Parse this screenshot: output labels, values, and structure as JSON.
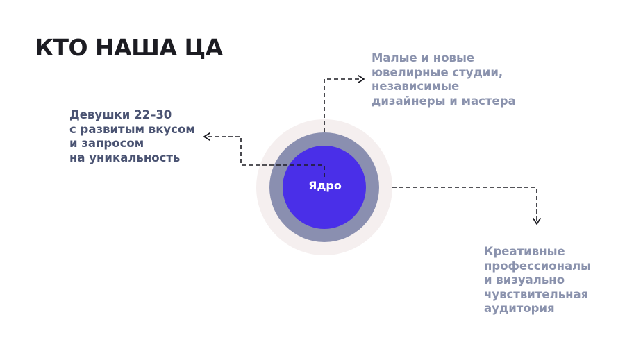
{
  "slide": {
    "title": "КТО НАША ЦА"
  },
  "diagram": {
    "core_label": "Ядро",
    "segments": [
      {
        "id": "left",
        "text": "Девушки 22–30\nс развитым вкусом\nи запросом\nна уникальность"
      },
      {
        "id": "top",
        "text": "Малые и новые\nювелирные студии,\nнезависимые\nдизайнеры и мастера"
      },
      {
        "id": "bottom",
        "text": "Креативные\nпрофессионалы\nи визуально\nчувствительная\nаудитория"
      }
    ]
  },
  "colors": {
    "outer_ring": "#f5efef",
    "middle_ring": "#8a8fb0",
    "core": "#4a2fe8",
    "title": "#1c1c22",
    "label_dark": "#4a5372",
    "label_light": "#8a92ad",
    "connector": "#1c1c22"
  }
}
